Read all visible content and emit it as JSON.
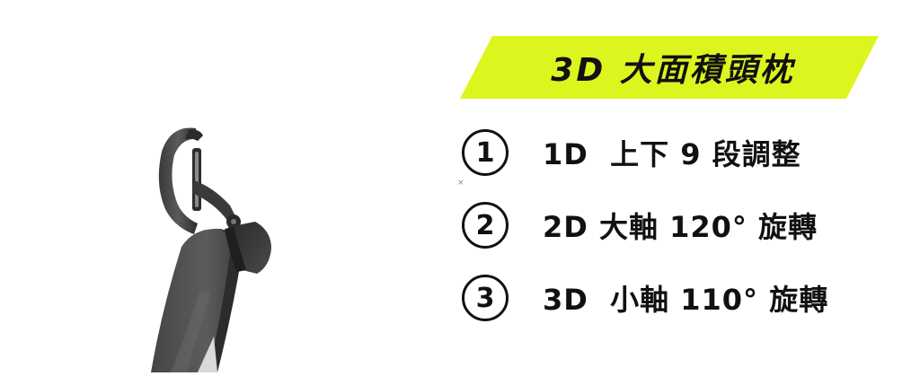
{
  "banner": {
    "title": "3D 大面積頭枕",
    "color": "#DDF51F"
  },
  "features": [
    {
      "number": "1",
      "text": "1D  上下 9 段調整"
    },
    {
      "number": "2",
      "text": "2D 大軸 120° 旋轉"
    },
    {
      "number": "3",
      "text": "3D  小軸 110° 旋轉"
    }
  ],
  "image": {
    "subject": "chair-headrest-icon"
  },
  "speck": "×"
}
